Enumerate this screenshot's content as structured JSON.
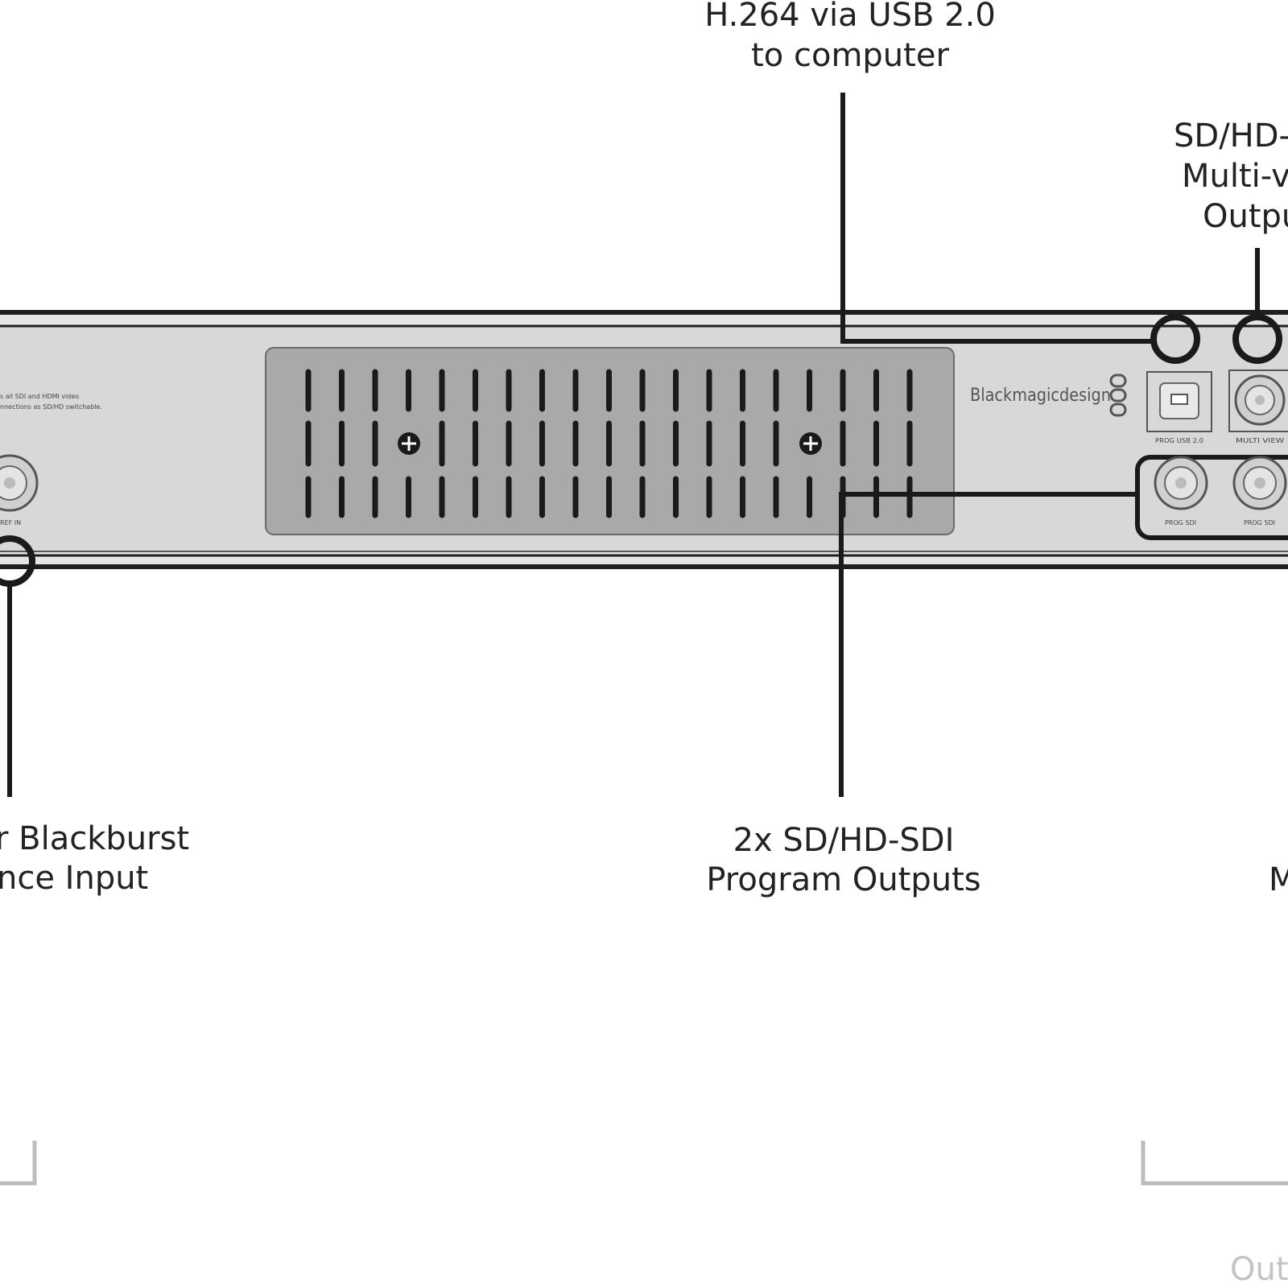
{
  "labels": {
    "usb": {
      "line1": "H.264 via USB 2.0",
      "line2": "to computer"
    },
    "multiview": {
      "line1": "SD/HD-S",
      "line2": "Multi-vi",
      "line3": "Outpu"
    },
    "program_outputs": {
      "line1": "2x SD/HD-SDI",
      "line2": "Program Outputs"
    },
    "reference": {
      "line1": "r Blackburst",
      "line2": "nce Input"
    },
    "right_partial": "M",
    "bottom_faint": "Out"
  },
  "panel": {
    "brand": "Blackmagicdesign",
    "small_note_line1": "s all SDI and HDMI video",
    "small_note_line2": "nnections as SD/HD switchable.",
    "port_usb": "PROG USB 2.0",
    "port_multiview": "MULTI VIEW",
    "port_prog_sdi_1": "PROG SDI",
    "port_prog_sdi_2": "PROG SDI",
    "port_ref": "REF IN"
  },
  "colors": {
    "panel_face": "#d8d8d8",
    "vent_plate": "#a9a9a9",
    "outline": "#1f1f1f",
    "callout_line": "#1a1a1a"
  }
}
